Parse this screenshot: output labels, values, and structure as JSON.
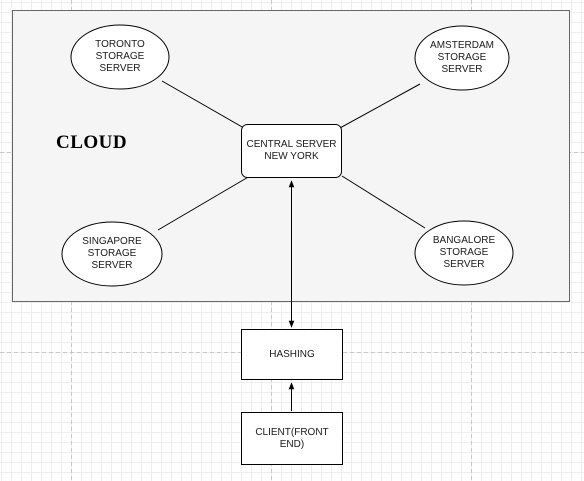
{
  "diagram": {
    "cloud_label": "CLOUD",
    "central_server": "CENTRAL SERVER\nNEW YORK",
    "toronto": "TORONTO\nSTORAGE\nSERVER",
    "amsterdam": "AMSTERDAM\nSTORAGE\nSERVER",
    "singapore": "SINGAPORE\nSTORAGE\nSERVER",
    "bangalore": "BANGALORE\nSTORAGE\nSERVER",
    "hashing": "HASHING",
    "client": "CLIENT(FRONT\nEND)"
  },
  "colors": {
    "canvas_background": "#ffffff",
    "grid_minor": "#eeeeee",
    "grid_major": "#c8c8c8",
    "cloud_fill": "#f5f5f5",
    "cloud_border": "#666666",
    "node_fill": "#ffffff",
    "node_stroke": "#000000"
  }
}
